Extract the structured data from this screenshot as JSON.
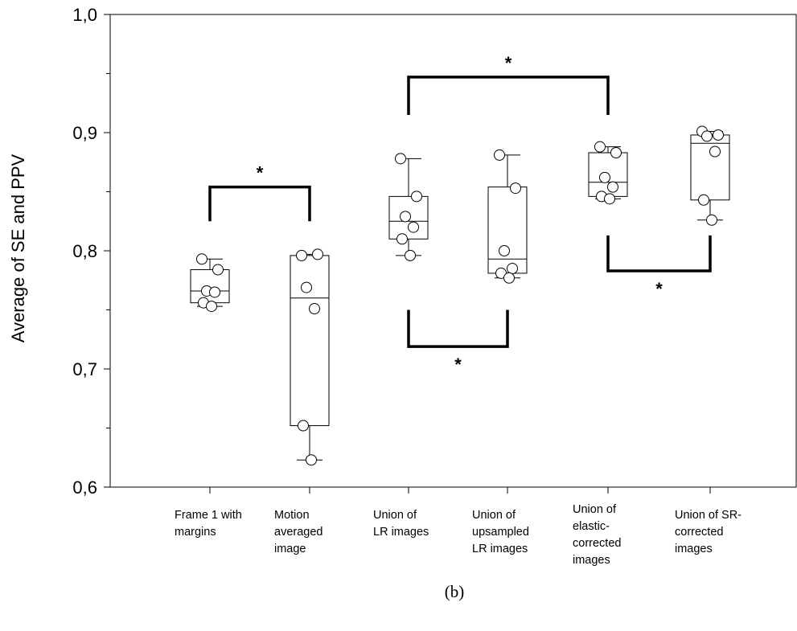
{
  "chart_data": {
    "type": "box",
    "title": "",
    "ylabel": "Average of SE and PPV",
    "xlabel": "",
    "caption": "(b)",
    "ylim": [
      0.6,
      1.0
    ],
    "yticks": [
      "0,6",
      "0,7",
      "0,8",
      "0,9",
      "1,0"
    ],
    "grid": false,
    "categories": [
      [
        "Frame 1 with",
        "margins"
      ],
      [
        "Motion",
        "averaged",
        "image"
      ],
      [
        "Union of",
        "LR images"
      ],
      [
        "Union of",
        "upsampled",
        "LR images"
      ],
      [
        "Union of",
        "elastic-",
        "corrected",
        "images"
      ],
      [
        "Union of SR-",
        "corrected",
        "images"
      ]
    ],
    "boxes": [
      {
        "min": 0.753,
        "q1": 0.756,
        "median": 0.766,
        "q3": 0.784,
        "max": 0.793,
        "points": [
          0.793,
          0.784,
          0.766,
          0.765,
          0.756,
          0.753
        ]
      },
      {
        "min": 0.623,
        "q1": 0.652,
        "median": 0.76,
        "q3": 0.796,
        "max": 0.797,
        "points": [
          0.796,
          0.797,
          0.769,
          0.751,
          0.652,
          0.623
        ]
      },
      {
        "min": 0.796,
        "q1": 0.81,
        "median": 0.825,
        "q3": 0.846,
        "max": 0.878,
        "points": [
          0.878,
          0.846,
          0.829,
          0.82,
          0.81,
          0.796
        ]
      },
      {
        "min": 0.777,
        "q1": 0.781,
        "median": 0.793,
        "q3": 0.854,
        "max": 0.881,
        "points": [
          0.881,
          0.853,
          0.8,
          0.785,
          0.781,
          0.777
        ]
      },
      {
        "min": 0.844,
        "q1": 0.846,
        "median": 0.858,
        "q3": 0.883,
        "max": 0.888,
        "points": [
          0.888,
          0.883,
          0.862,
          0.854,
          0.846,
          0.844
        ]
      },
      {
        "min": 0.826,
        "q1": 0.843,
        "median": 0.891,
        "q3": 0.898,
        "max": 0.901,
        "points": [
          0.901,
          0.898,
          0.897,
          0.884,
          0.843,
          0.826
        ]
      }
    ],
    "significance": [
      {
        "from": 0,
        "to": 1,
        "level": 0.854,
        "leg_end": 0.825,
        "label": "*"
      },
      {
        "from": 2,
        "to": 4,
        "level": 0.947,
        "leg_end": 0.915,
        "label": "*"
      },
      {
        "from": 2,
        "to": 3,
        "level": 0.719,
        "leg_end": 0.75,
        "label": "*"
      },
      {
        "from": 4,
        "to": 5,
        "level": 0.783,
        "leg_end": 0.813,
        "label": "*"
      }
    ]
  }
}
